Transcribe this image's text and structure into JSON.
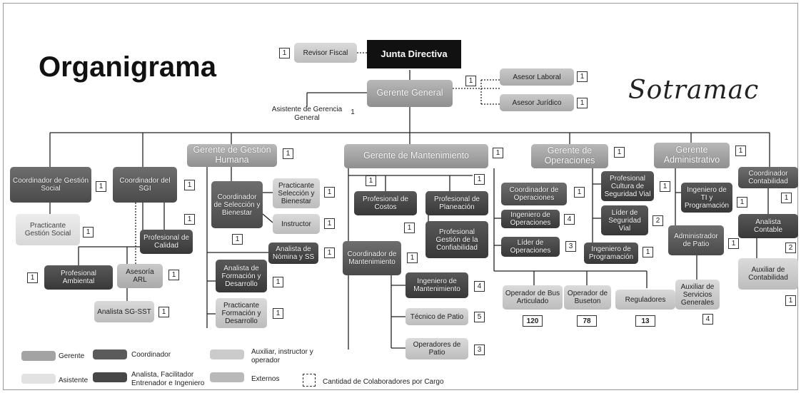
{
  "title": "Organigrama",
  "brand": "Sotramac",
  "colors": {
    "gerente": "#a3a3a3",
    "coordinador": "#5a5a5a",
    "analista": "#474747",
    "auxiliar": "#cbcbcb",
    "externos": "#b9b9b9",
    "asistente": "#e2e2e2",
    "junta": "#111111"
  },
  "top": {
    "revisor_fiscal": "Revisor Fiscal",
    "revisor_fiscal_n": "1",
    "junta_directiva": "Junta Directiva",
    "gerente_general": "Gerente General",
    "gerente_general_n": "1",
    "asesor_laboral": "Asesor Laboral",
    "asesor_laboral_n": "1",
    "asesor_juridico": "Asesor Jurídico",
    "asesor_juridico_n": "1",
    "asistente": "Asistente de Gerencia General",
    "asistente_n": "1"
  },
  "gerencias": {
    "gh": "Gerente de Gestión Humana",
    "gh_n": "1",
    "mant": "Gerente de Mantenimiento",
    "mant_n": "1",
    "op": "Gerente de Operaciones",
    "op_n": "1",
    "adm": "Gerente Administrativo",
    "adm_n": "1"
  },
  "roles": {
    "coord_gs": "Coordinador de Gestión Social",
    "coord_gs_n": "1",
    "pract_gs": "Practicante Gestión Social",
    "pract_gs_n": "1",
    "prof_amb": "Profesional Ambiental",
    "prof_amb_n": "1",
    "coord_sgi": "Coordinador del SGI",
    "coord_sgi_n": "1",
    "prof_cal": "Profesional de Calidad",
    "prof_cal_n": "1",
    "asesoria_arl": "Asesoría ARL",
    "asesoria_arl_n": "1",
    "analista_sst": "Analista SG-SST",
    "analista_sst_n": "1",
    "coord_sel": "Coordinador de Selección y Bienestar",
    "coord_sel_n": "1",
    "pract_sel": "Practicante Selección y Bienestar",
    "pract_sel_n": "1",
    "instructor": "Instructor",
    "instructor_n": "1",
    "analista_nomina": "Analista de Nómina y SS",
    "analista_nomina_n": "1",
    "analista_form": "Analista de Formación y Desarrollo",
    "analista_form_n": "1",
    "pract_form": "Practicante Formación y Desarrollo",
    "pract_form_n": "1",
    "prof_costos": "Profesional de Costos",
    "prof_costos_n": "1",
    "prof_plan": "Profesional de Planeación",
    "prof_plan_n": "1",
    "prof_conf": "Profesional Gestión de la Confiabilidad",
    "prof_conf_n": "1",
    "coord_mant": "Coordinador de Mantenimiento",
    "coord_mant_n": "1",
    "ing_mant": "Ingeniero de Mantenimiento",
    "ing_mant_n": "4",
    "tec_patio": "Técnico de Patio",
    "tec_patio_n": "5",
    "op_patio": "Operadores de Patio",
    "op_patio_n": "3",
    "coord_op": "Coordinador de Operaciones",
    "coord_op_n": "1",
    "ing_op": "Ingeniero de Operaciones",
    "ing_op_n": "4",
    "lider_op": "Líder de Operaciones",
    "lider_op_n": "3",
    "prof_cultura": "Profesional Cultura de Seguridad Vial",
    "prof_cultura_n": "1",
    "lider_seg": "Líder de Seguridad Vial",
    "lider_seg_n": "2",
    "ing_prog": "Ingeniero de Programación",
    "ing_prog_n": "1",
    "op_bus": "Operador de Bus Articulado",
    "op_bus_n": "120",
    "op_buseton": "Operador de Buseton",
    "op_buseton_n": "78",
    "reguladores": "Reguladores",
    "reguladores_n": "13",
    "ing_ti": "Ingeniero de TI y Programación",
    "ing_ti_n": "1",
    "admin_patio": "Administrador de Patio",
    "admin_patio_n": "1",
    "aux_serv": "Auxiliar de Servicios Generales",
    "aux_serv_n": "4",
    "coord_cont": "Coordinador Contabilidad",
    "coord_cont_n": "1",
    "analista_cont": "Analista Contable",
    "analista_cont_n": "2",
    "aux_cont": "Auxiliar de Contabilidad",
    "aux_cont_n": "1"
  },
  "legend": {
    "gerente": "Gerente",
    "coordinador": "Coordinador",
    "auxiliar": "Auxiliar, instructor y operador",
    "asistente": "Asistente",
    "analista": "Analista, Facilitador Entrenador e Ingeniero",
    "externos": "Externos",
    "cantidad": "Cantidad de Colaboradores por Cargo"
  }
}
